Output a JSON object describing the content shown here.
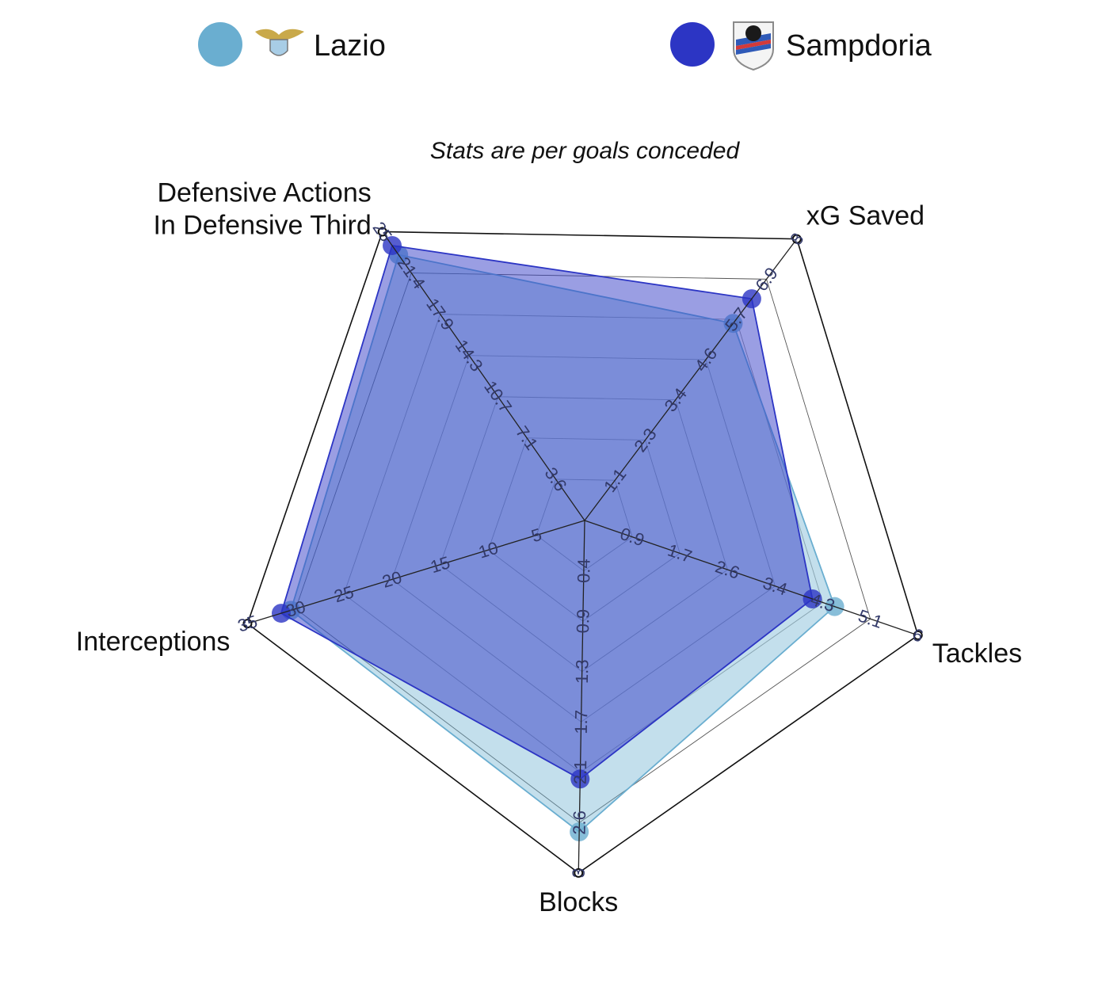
{
  "chart_data": {
    "type": "radar",
    "subtitle": "Stats are per goals conceded",
    "axes": [
      {
        "label": [
          "xG Saved"
        ],
        "max": 8,
        "ticks": [
          "1.1",
          "2.3",
          "3.4",
          "4.6",
          "5.7",
          "6.9",
          "8"
        ]
      },
      {
        "label": [
          "Tackles"
        ],
        "max": 6,
        "ticks": [
          "0.9",
          "1.7",
          "2.6",
          "3.4",
          "4.3",
          "5.1",
          "6"
        ]
      },
      {
        "label": [
          "Blocks"
        ],
        "max": 3,
        "ticks": [
          "0.4",
          "0.9",
          "1.3",
          "1.7",
          "2.1",
          "2.6",
          "3"
        ]
      },
      {
        "label": [
          "Interceptions"
        ],
        "max": 35,
        "ticks": [
          "5",
          "10",
          "15",
          "20",
          "25",
          "30",
          "35"
        ]
      },
      {
        "label": [
          "Defensive Actions",
          "In Defensive Third"
        ],
        "max": 25,
        "ticks": [
          "3.6",
          "7.1",
          "10.7",
          "14.3",
          "17.9",
          "21.4",
          "25"
        ]
      }
    ],
    "series": [
      {
        "name": "Lazio",
        "color": "#6aaed0",
        "values": [
          5.6,
          4.5,
          2.65,
          30.5,
          23.0
        ]
      },
      {
        "name": "Sampdoria",
        "color": "#2c35c4",
        "values": [
          6.3,
          4.1,
          2.2,
          31.5,
          23.8
        ]
      }
    ],
    "legend_position": "top",
    "legend": [
      {
        "name": "Lazio",
        "color": "#6aaed0",
        "crest_icon": "lazio-eagle-crest-icon"
      },
      {
        "name": "Sampdoria",
        "color": "#2c35c4",
        "crest_icon": "sampdoria-shield-crest-icon"
      }
    ]
  }
}
